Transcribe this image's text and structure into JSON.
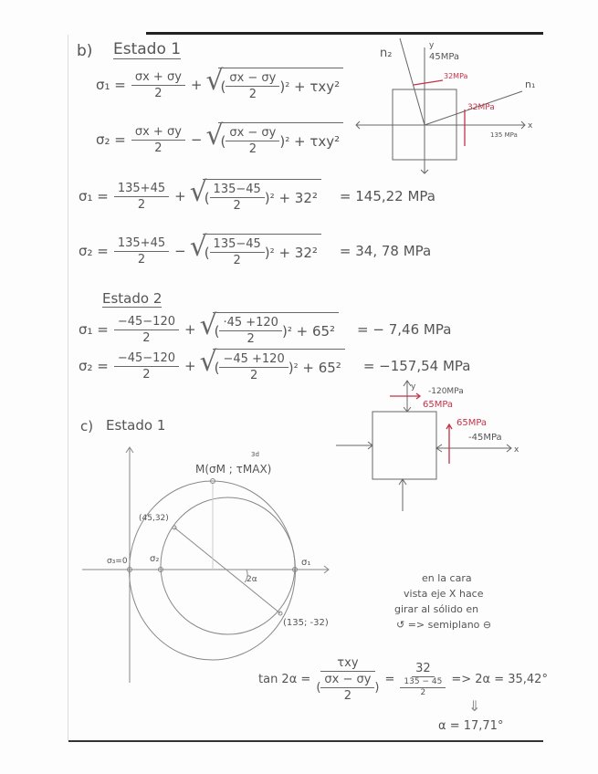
{
  "section_b": {
    "heading": "b)",
    "title": "Estado 1",
    "f1": {
      "lhs": "σ₁ =",
      "num": "σx + σy",
      "den": "2",
      "op": "+",
      "inner_num": "σx − σy",
      "inner_den": "2",
      "sq": "²",
      "plus": "+",
      "tau": "τxy²"
    },
    "f2": {
      "lhs": "σ₂ =",
      "num": "σx + σy",
      "den": "2",
      "op": "−",
      "inner_num": "σx − σy",
      "inner_den": "2",
      "sq": "²",
      "plus": "+",
      "tau": "τxy²"
    },
    "f3": {
      "lhs": "σ₁ =",
      "num": "135+45",
      "den": "2",
      "op": "+",
      "inner_num": "135−45",
      "inner_den": "2",
      "sq": "²",
      "plus": "+ 32²",
      "result": "= 145,22 MPa"
    },
    "f4": {
      "lhs": "σ₂ =",
      "num": "135+45",
      "den": "2",
      "op": "−",
      "inner_num": "135−45",
      "inner_den": "2",
      "sq": "²",
      "plus": "+ 32²",
      "result": "= 34, 78 MPa"
    },
    "title2": "Estado 2",
    "f5": {
      "lhs": "σ₁ =",
      "num": "−45−120",
      "den": "2",
      "op": "+",
      "inner_num": "·45 +120",
      "inner_den": "2",
      "sq": "²",
      "plus": "+ 65²",
      "result": "= − 7,46 MPa"
    },
    "f6": {
      "lhs": "σ₂ =",
      "num": "−45−120",
      "den": "2",
      "op": "+",
      "inner_num": "−45 +120",
      "inner_den": "2",
      "sq": "²",
      "plus": "+ 65²",
      "result": "= −157,54 MPa"
    }
  },
  "diagram1": {
    "n2": "n₂",
    "n1": "n₁",
    "y_label": "y",
    "x_label": "x",
    "sy": "45MPa",
    "tau_top": "32MPa",
    "tau_right": "32MPa",
    "sx": "135 MPa"
  },
  "diagram2": {
    "y_label": "y",
    "x_label": "x",
    "sy": "-120MPa",
    "tau_top": "65MPa",
    "tau_right": "65MPa",
    "sx": "-45MPa"
  },
  "section_c": {
    "heading": "c)",
    "title": "Estado 1",
    "mohr": {
      "M_label": "M(σM ; τMAX)",
      "M_sup": "3d",
      "p1": "(45,32)",
      "p2": "(135; -32)",
      "s3": "σ₃=0",
      "s2": "σ₂",
      "s1": "σ₁",
      "angle": "2α"
    },
    "note": [
      "en la cara",
      "vista eje  X  hace",
      "girar   al sólido en",
      "↺ =>  semiplano ⊖"
    ],
    "tan": {
      "lhs": "tan 2α =",
      "num": "τxy",
      "den_num": "σx − σy",
      "den_den": "2",
      "eq": "=",
      "num2": "32",
      "den2_num": "135 − 45",
      "den2_den": "2",
      "result": "=> 2α = 35,42°"
    },
    "arrow": "⇓",
    "alpha": "α = 17,71°"
  },
  "colors": {
    "ink": "#555555",
    "red": "#c2334a"
  }
}
